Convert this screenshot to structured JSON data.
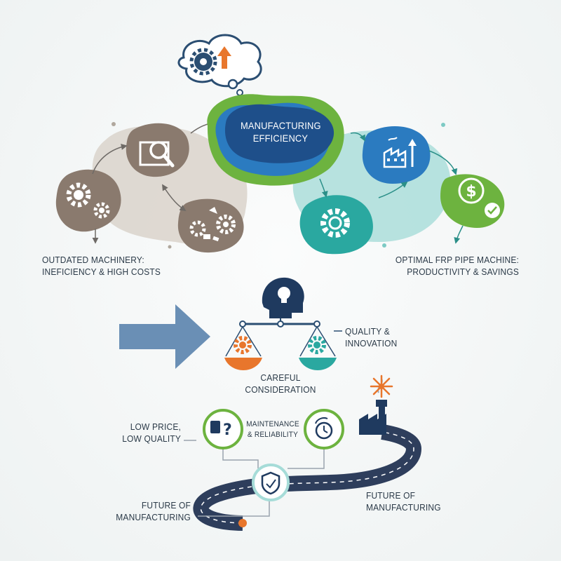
{
  "header": {
    "hub_title_line1": "MANUFACTURING",
    "hub_title_line2": "EFFICIENCY"
  },
  "left_cluster": {
    "caption_line1": "OUTDATED MACHINERY:",
    "caption_line2": "INEFICIENCY & HIGH COSTS",
    "icons": [
      "gears-icon",
      "inspection-magnifier-icon",
      "broken-parts-icon"
    ]
  },
  "right_cluster": {
    "caption_line1": "OPTIMAL FRP PIPE MACHINE:",
    "caption_line2": "PRODUCTIVITY & SAVINGS",
    "icons": [
      "gear-icon",
      "factory-growth-icon",
      "dollar-savings-icon"
    ]
  },
  "balance": {
    "right_label_line1": "QUALITY &",
    "right_label_line2": "INNOVATION",
    "bottom_label_line1": "CAREFUL",
    "bottom_label_line2": "CONSIDERATION"
  },
  "road": {
    "low_price_line1": "LOW PRICE,",
    "low_price_line2": "LOW QUALITY",
    "maintenance_line1": "MAINTENANCE",
    "maintenance_line2": "& RELIABILITY",
    "future_left_line1": "FUTURE OF",
    "future_left_line2": "MANUFACTURING",
    "future_right_line1": "FUTURE OF",
    "future_right_line2": "MANUFACTURING"
  },
  "colors": {
    "taupe": "#8a7a6e",
    "taupe_light": "#d8d1c8",
    "navy": "#1e4f8a",
    "blue": "#2b7bc0",
    "teal": "#2aa8a0",
    "teal_light": "#a6dcd8",
    "green": "#6db33f",
    "orange": "#e8762c",
    "road": "#2e3e5c"
  }
}
